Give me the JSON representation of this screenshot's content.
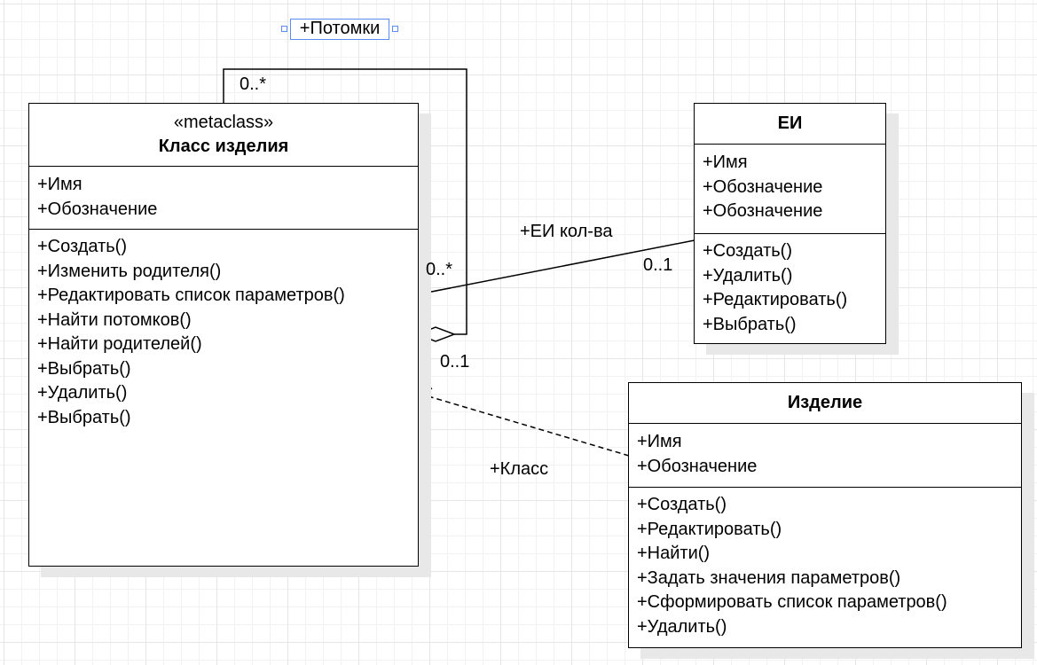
{
  "classes": {
    "metaclass": {
      "stereotype": "«metaclass»",
      "name": "Класс изделия",
      "attributes": [
        "+Имя",
        "+Обозначение"
      ],
      "operations": [
        "+Создать()",
        "+Изменить родителя()",
        "+Редактировать список параметров()",
        "+Найти потомков()",
        "+Найти родителей()",
        "+Выбрать()",
        "+Удалить()",
        "+Выбрать()"
      ]
    },
    "ei": {
      "name": "ЕИ",
      "attributes": [
        "+Имя",
        "+Обозначение",
        "+Обозначение"
      ],
      "operations": [
        "+Создать()",
        "+Удалить()",
        "+Редактировать()",
        "+Выбрать()"
      ]
    },
    "product": {
      "name": "Изделие",
      "attributes": [
        "+Имя",
        "+Обозначение"
      ],
      "operations": [
        "+Создать()",
        "+Редактировать()",
        "+Найти()",
        "+Задать значения параметров()",
        "+Сформировать список параметров()",
        "+Удалить()"
      ]
    }
  },
  "edges": {
    "self_assoc": {
      "role": "+Потомки",
      "mult_top": "0..*",
      "mult_side": "0..*",
      "mult_diamond": "0..1"
    },
    "ei_assoc": {
      "role": "+ЕИ кол-ва",
      "mult": "0..1"
    },
    "dependency": {
      "role": "+Класс"
    }
  }
}
